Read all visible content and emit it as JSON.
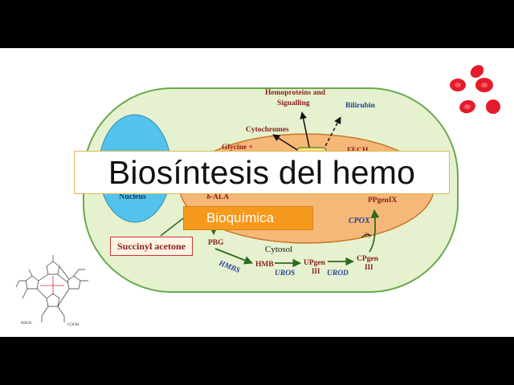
{
  "title": "Biosíntesis del hemo",
  "subtitle": "Bioquímica",
  "diagram": {
    "nucleus": "Nucleus",
    "hemoproteins_line1": "Hemoproteins and",
    "hemoproteins_line2": "Signalling",
    "bilirubin": "Bilirubin",
    "cytochromes": "Cytochromes",
    "glycine": "Glycine +",
    "fech": "FECH",
    "ala": "δ-ALA",
    "ppgenix": "PPgenIX",
    "cpox": "CPOX",
    "o2": "O₂",
    "succinyl_acetone": "Succinyl acetone",
    "pbg": "PBG",
    "cytosol": "Cytosol",
    "hmbs": "HMBS",
    "hmb": "HMB",
    "upgen": "UPgen",
    "upgen_num": "III",
    "cpgen": "CPgen",
    "cpgen_num": "III",
    "uros": "UROS",
    "urod": "UROD"
  },
  "porphyrin_labels": {
    "hooc": "HOOC",
    "cooh": "COOH"
  },
  "colors": {
    "cell_fill": "#e6f2cf",
    "cell_stroke": "#6aa84f",
    "nucleus_fill": "#53c2ec",
    "mitochondrion_fill": "#f6b878",
    "blood_cell": "#e51a2a",
    "subtitle_bg": "#f59a1c",
    "enzyme_blue": "#1f3fa0",
    "label_red": "#8b1c1c"
  }
}
